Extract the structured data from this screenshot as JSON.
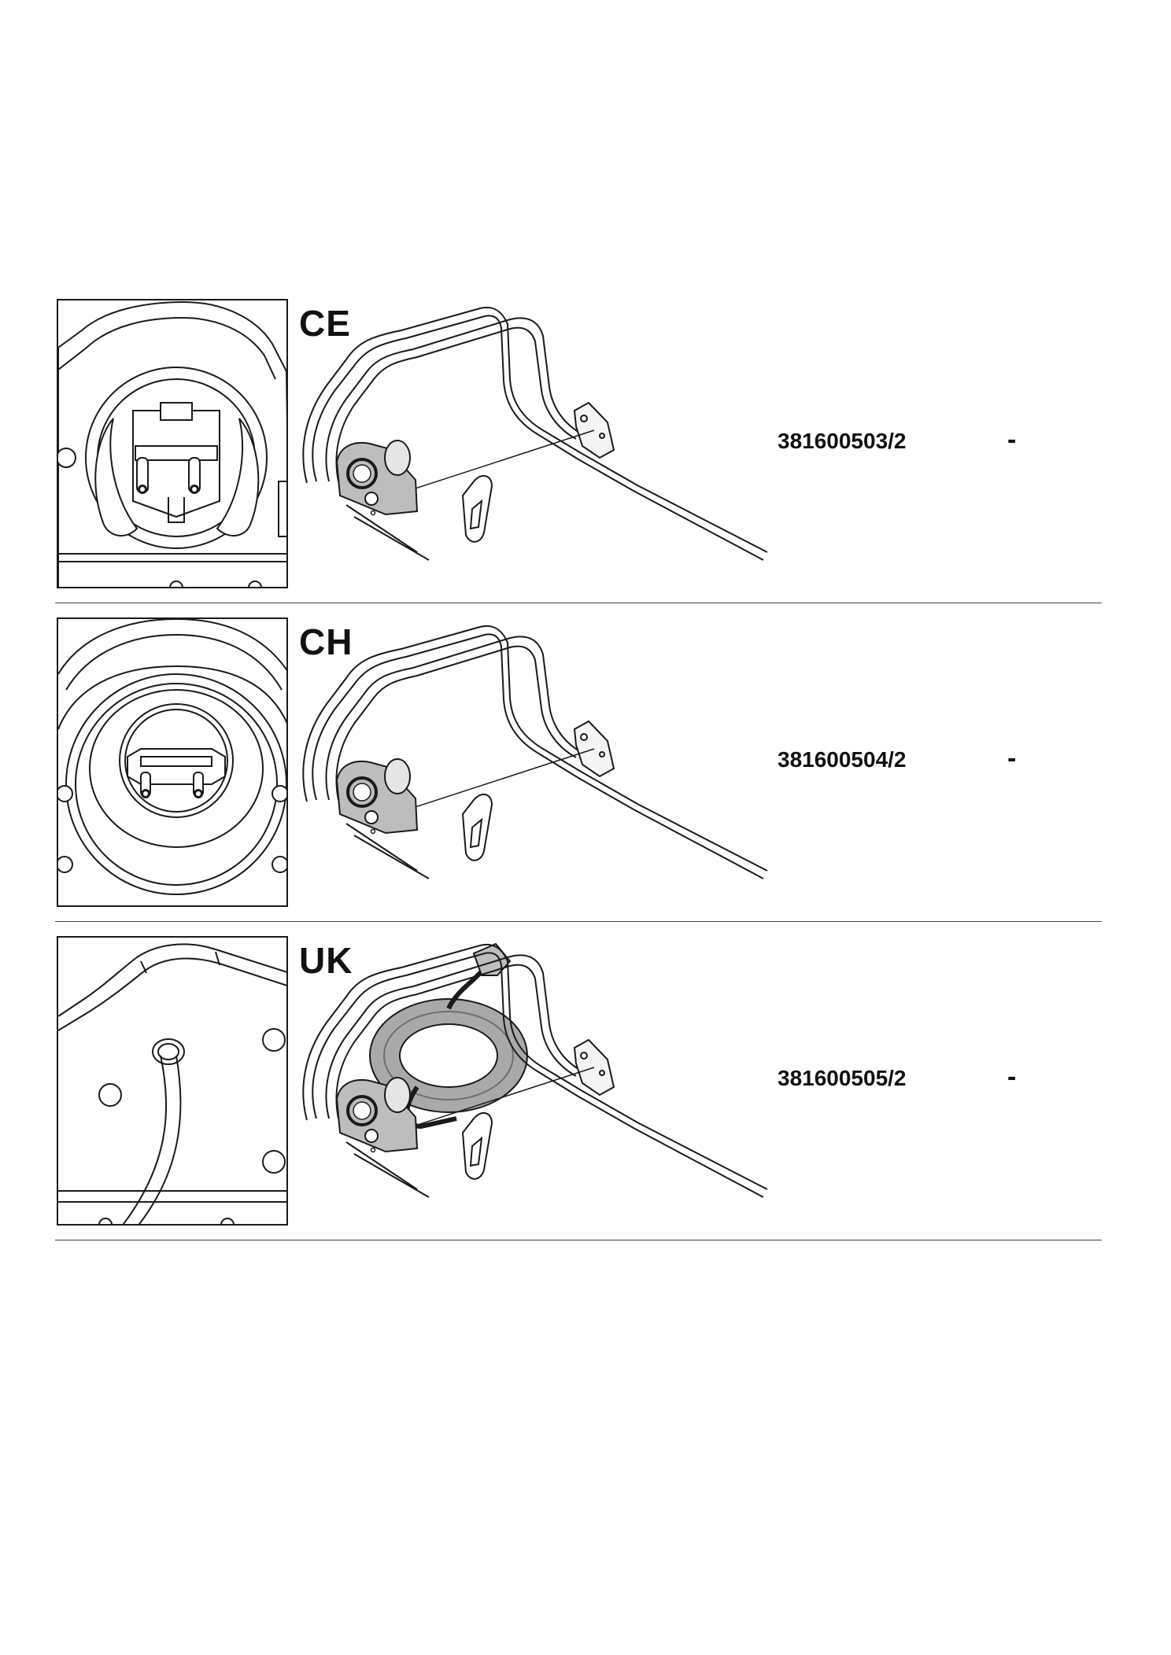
{
  "rows": [
    {
      "variant": "CE",
      "part_number": "381600503/2",
      "note": "-"
    },
    {
      "variant": "CH",
      "part_number": "381600504/2",
      "note": "-"
    },
    {
      "variant": "UK",
      "part_number": "381600505/2",
      "note": "-"
    }
  ],
  "colors": {
    "line": "#1a1a1a",
    "rule": "#444444",
    "gray_fill": "#bdbdbd",
    "cable_fill": "#a9a9a9"
  },
  "icons": [
    "ce-socket-closeup",
    "ch-socket-closeup",
    "uk-cable-entry-closeup",
    "mower-handle-illustration"
  ]
}
